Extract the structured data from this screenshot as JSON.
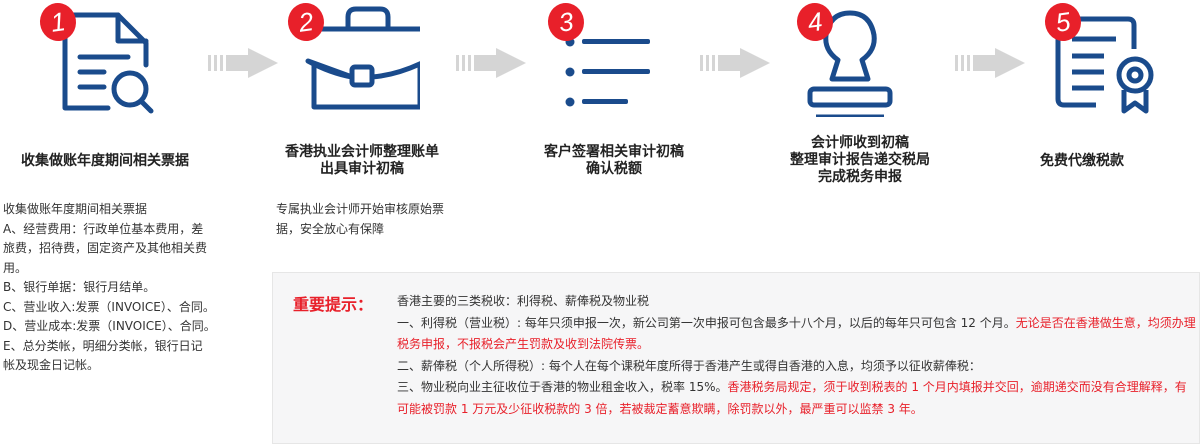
{
  "colors": {
    "accent_blue": "#1a4b8c",
    "badge_red": "#e8202a",
    "arrow_gray": "#d5d5d5"
  },
  "steps": [
    {
      "number": "1",
      "icon": "document-search-icon",
      "title_lines": [
        "收集做账年度期间相关票据"
      ]
    },
    {
      "number": "2",
      "icon": "briefcase-icon",
      "title_lines": [
        "香港执业会计师整理账单",
        "出具审计初稿"
      ]
    },
    {
      "number": "3",
      "icon": "list-icon",
      "title_lines": [
        "客户签署相关审计初稿",
        "确认税额"
      ]
    },
    {
      "number": "4",
      "icon": "stamp-icon",
      "title_lines": [
        "会计师收到初稿",
        "整理审计报告递交税局",
        "完成税务申报"
      ]
    },
    {
      "number": "5",
      "icon": "certificate-icon",
      "title_lines": [
        "免费代缴税款"
      ]
    }
  ],
  "step1_desc": [
    "收集做账年度期间相关票据",
    "A、经营费用：行政单位基本费用，差",
    "旅费，招待费，固定资产及其他相关费",
    "用。",
    "B、银行单据：银行月结单。",
    "C、营业收入:发票（INVOICE）、合同。",
    "D、营业成本:发票（INVOICE）、合同。",
    "E、总分类帐，明细分类帐，银行日记",
    "帐及现金日记帐。"
  ],
  "step2_desc": [
    "专属执业会计师开始审核原始票",
    "据，安全放心有保障"
  ],
  "notice": {
    "label": "重要提示：",
    "intro": "香港主要的三类税收：利得税、薪俸税及物业税",
    "item1": "一、利得税（营业税）: 每年只须申报一次，新公司第一次申报可包含最多十八个月，以后的每年只可包含 12 个月。",
    "item1_red": "无论是否在香港做生意，均须办理税务申报，不报税会产生罚款及收到法院传票。",
    "item2": "二、薪俸税（个人所得税）: 每个人在每个课税年度所得于香港产生或得自香港的入息，均须予以征收薪俸税：",
    "item3": "三、物业税向业主征收位于香港的物业租金收入，税率 15%。",
    "item3_red": "香港税务局规定，须于收到税表的 1 个月内填报并交回，逾期递交而没有合理解释，有可能被罚款 1 万元及少征收税款的 3 倍，若被裁定蓄意欺瞒，除罚款以外，最严重可以监禁 3 年。"
  }
}
